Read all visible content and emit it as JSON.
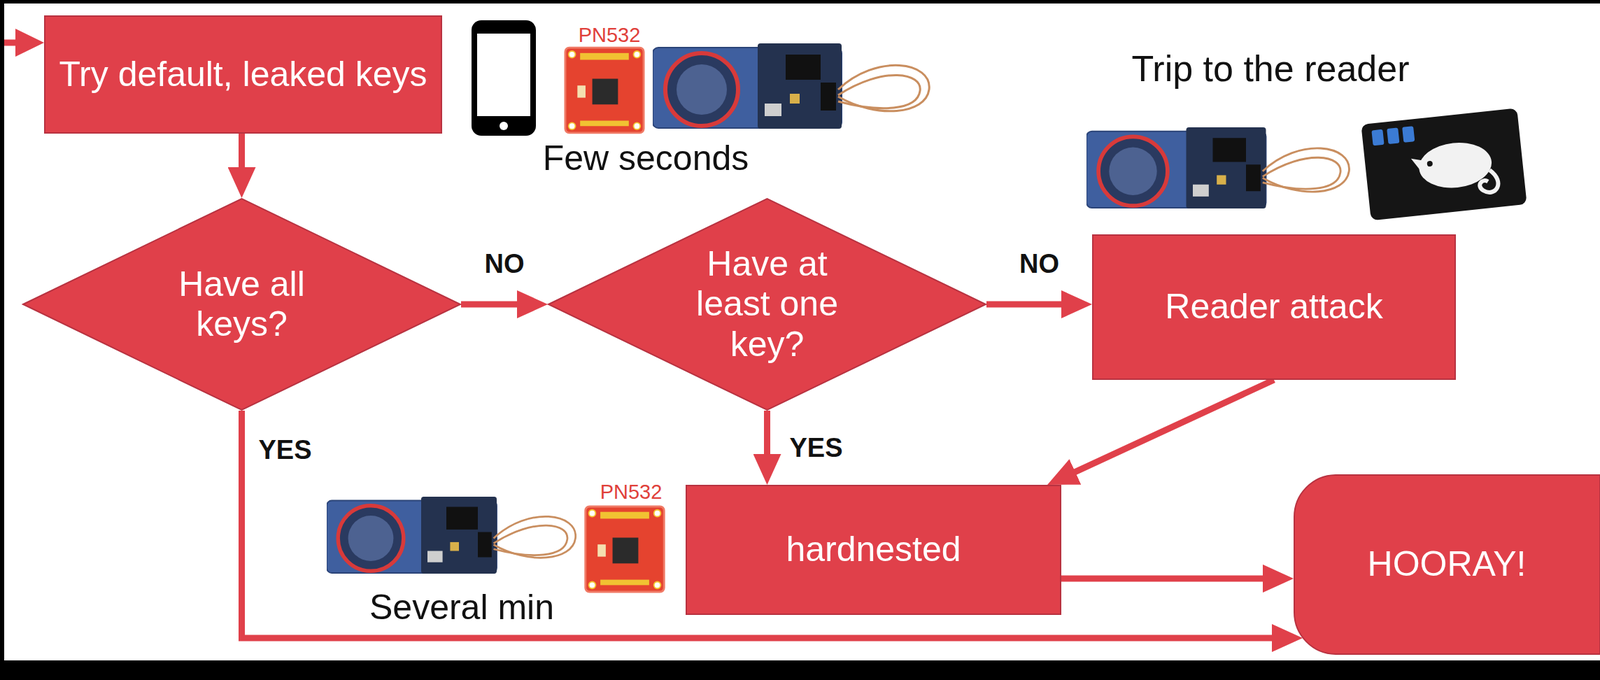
{
  "diagram": {
    "nodes": [
      {
        "text": [
          "Try default, leaked keys"
        ]
      },
      {
        "text": [
          "Have all keys?"
        ]
      },
      {
        "text": [
          "Have at least one key?"
        ]
      },
      {
        "text": [
          "Reader attack"
        ]
      },
      {
        "text": [
          "hardnested"
        ]
      },
      {
        "text": [
          "HOORAY!"
        ]
      }
    ],
    "edges": [
      {
        "from": 0,
        "to": 1,
        "arrow": "to"
      },
      {
        "from": 1,
        "to": 2,
        "label": "NO",
        "arrow": "to"
      },
      {
        "from": 2,
        "to": 3,
        "label": "NO",
        "arrow": "to"
      },
      {
        "from": 2,
        "to": 4,
        "label": "YES",
        "arrow": "to"
      },
      {
        "from": 3,
        "to": 4,
        "arrow": "to"
      },
      {
        "from": 1,
        "to": 5,
        "label": "YES",
        "arrow": "to"
      },
      {
        "from": 4,
        "to": 5,
        "arrow": "to"
      }
    ],
    "labels": [
      "PN532",
      "Few seconds",
      "Trip to the reader",
      "PN532",
      "Several min"
    ]
  }
}
